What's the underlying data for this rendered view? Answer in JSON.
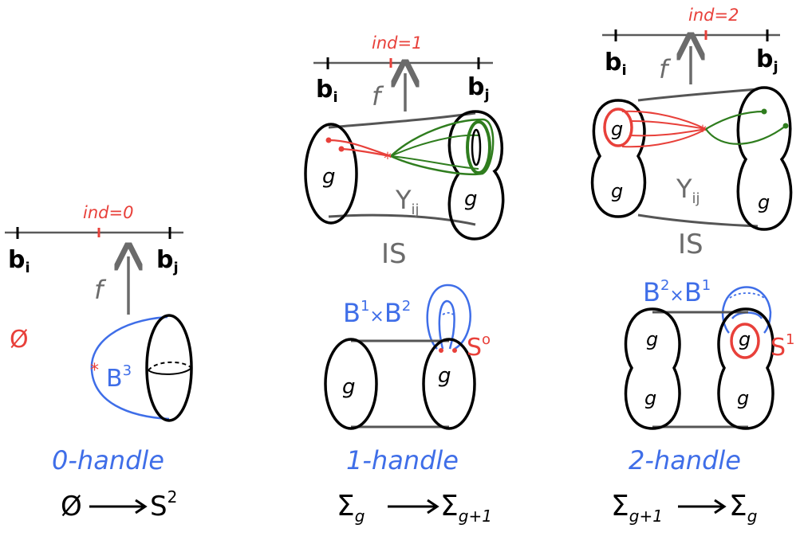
{
  "colors": {
    "black": "#000000",
    "gray": "#6b6b6b",
    "red": "#e8403a",
    "blue": "#3f6ee8",
    "green": "#2f7d1e"
  },
  "panels": [
    {
      "index_label": "ind=0",
      "bi": "b",
      "bi_sub": "i",
      "bj": "b",
      "bj_sub": "j",
      "f": "f",
      "empty_set": "Ø",
      "ball": "B",
      "ball_sup": "3",
      "handle_label": "0-handle",
      "map_from": "Ø",
      "map_to": "S",
      "map_to_sup": "2"
    },
    {
      "index_label": "ind=1",
      "bi": "b",
      "bi_sub": "i",
      "bj": "b",
      "bj_sub": "j",
      "f": "f",
      "cobordism": "Y",
      "cobordism_sub": "ij",
      "congruence": "IS",
      "genus_mark": "g",
      "product": "B",
      "product_sup1": "1",
      "times": "×",
      "product2": "B",
      "product_sup2": "2",
      "sphere": "S",
      "sphere_sup": "o",
      "handle_label": "1-handle",
      "map_from": "Σ",
      "map_from_sub": "g",
      "map_to": "Σ",
      "map_to_sub": "g+1"
    },
    {
      "index_label": "ind=2",
      "bi": "b",
      "bi_sub": "i",
      "bj": "b",
      "bj_sub": "j",
      "f": "f",
      "cobordism": "Y",
      "cobordism_sub": "ij",
      "congruence": "IS",
      "genus_mark": "g",
      "product": "B",
      "product_sup1": "2",
      "times": "×",
      "product2": "B",
      "product_sup2": "1",
      "sphere": "S",
      "sphere_sup": "1",
      "handle_label": "2-handle",
      "map_from": "Σ",
      "map_from_sub": "g+1",
      "map_to": "Σ",
      "map_to_sub": "g"
    }
  ]
}
